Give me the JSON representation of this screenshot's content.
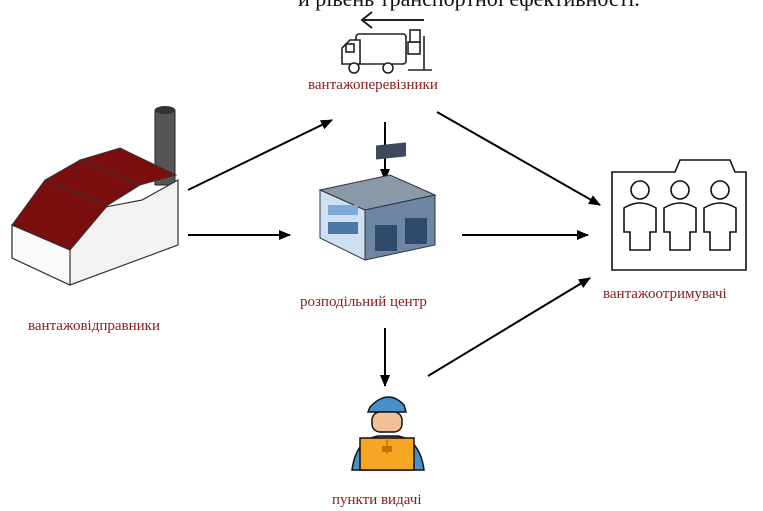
{
  "header_fragment": "и рівень транспортної ефективності.",
  "nodes": {
    "carriers": {
      "label": "вантажоперевізники",
      "icon": "delivery-truck-icon"
    },
    "shippers": {
      "label": "вантажовідправники",
      "icon": "factory-icon"
    },
    "distribution_center": {
      "label": "розподільний центр",
      "icon": "warehouse-building-icon"
    },
    "receivers": {
      "label": "вантажоотримувачі",
      "icon": "people-group-icon"
    },
    "pickup_points": {
      "label": "пункти видачі",
      "icon": "courier-with-box-icon"
    }
  },
  "edges": [
    {
      "from": "shippers",
      "to": "carriers"
    },
    {
      "from": "shippers",
      "to": "distribution_center"
    },
    {
      "from": "carriers",
      "to": "distribution_center"
    },
    {
      "from": "carriers",
      "to": "receivers"
    },
    {
      "from": "distribution_center",
      "to": "receivers"
    },
    {
      "from": "distribution_center",
      "to": "pickup_points"
    },
    {
      "from": "pickup_points",
      "to": "receivers"
    }
  ],
  "colors": {
    "label_text": "#8b1a1a",
    "factory_roof": "#7a0d0d",
    "box": "#f5a623",
    "courier_cap": "#4a90c8",
    "building": "#9fc4e8"
  }
}
